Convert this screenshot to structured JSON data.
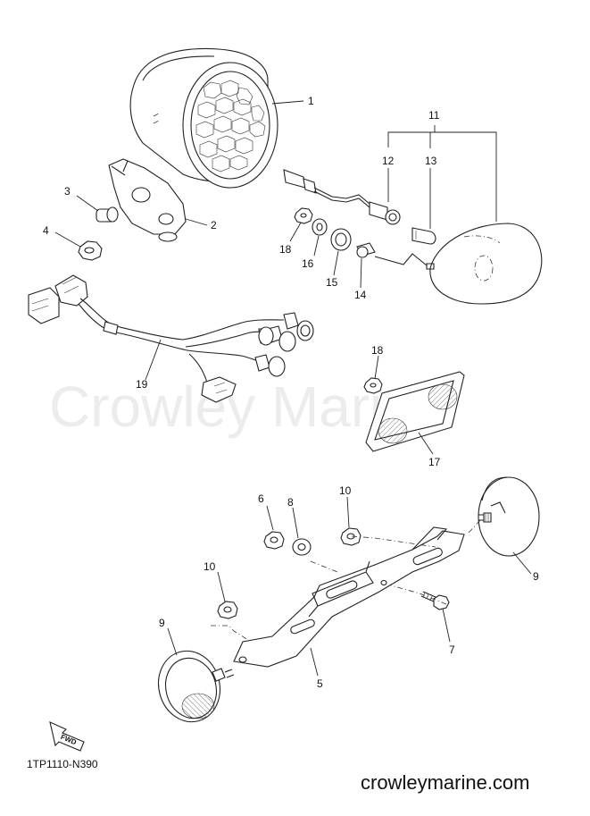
{
  "watermark": "Crowley Marine",
  "diagram_code": "1TP1110-N390",
  "site": "crowleymarine.com",
  "fwd_label": "FWD",
  "callouts": {
    "c1": "1",
    "c2": "2",
    "c3": "3",
    "c4": "4",
    "c5": "5",
    "c6": "6",
    "c7": "7",
    "c8": "8",
    "c9a": "9",
    "c9b": "9",
    "c10a": "10",
    "c10b": "10",
    "c11": "11",
    "c12": "12",
    "c13": "13",
    "c14": "14",
    "c15": "15",
    "c16": "16",
    "c17": "17",
    "c18a": "18",
    "c18b": "18",
    "c19": "19"
  }
}
